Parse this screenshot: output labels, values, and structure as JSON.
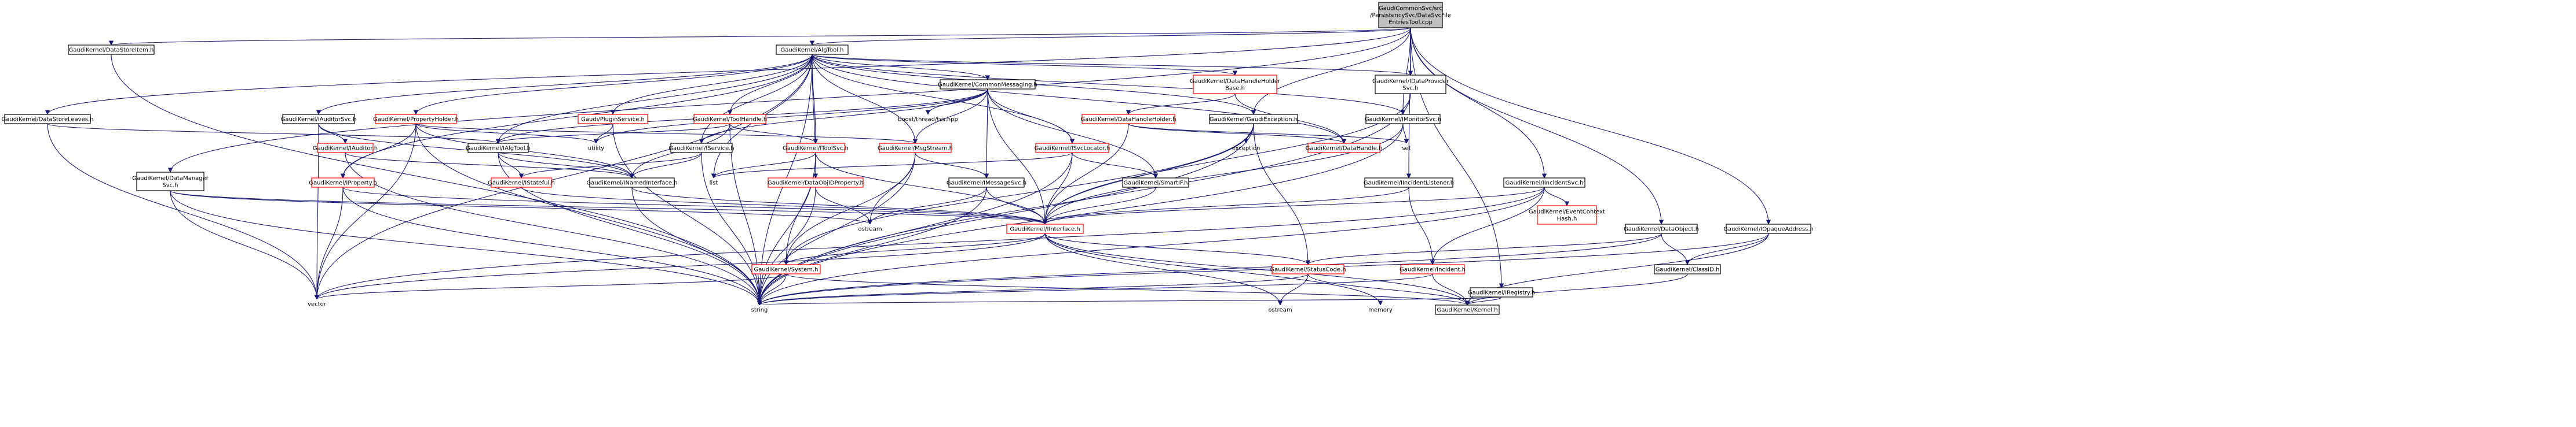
{
  "colors": {
    "edge": "#191970",
    "node_border_default": "#000000",
    "node_border_incomplete": "#ff0000",
    "node_fill_default": "#ffffff",
    "node_fill_root": "#bfbfbf",
    "node_text": "#000000"
  },
  "nodes": [
    {
      "id": "root",
      "lines": [
        "GaudiCommonSvc/src",
        "/PersistencySvc/DataSvcFile",
        "EntriesTool.cpp"
      ],
      "style": "root"
    },
    {
      "id": "datastoreitem",
      "lines": [
        "GaudiKernel/DataStoreItem.h"
      ],
      "style": "normal"
    },
    {
      "id": "algtool",
      "lines": [
        "GaudiKernel/AlgTool.h"
      ],
      "style": "normal"
    },
    {
      "id": "datastoreleaves",
      "lines": [
        "GaudiKernel/DataStoreLeaves.h"
      ],
      "style": "normal"
    },
    {
      "id": "datamanagersvc",
      "lines": [
        "GaudiKernel/DataManager",
        "Svc.h"
      ],
      "style": "normal"
    },
    {
      "id": "auditorsvc",
      "lines": [
        "GaudiKernel/IAuditorSvc.h"
      ],
      "style": "normal"
    },
    {
      "id": "propertyholder",
      "lines": [
        "GaudiKernel/PropertyHolder.h"
      ],
      "style": "red"
    },
    {
      "id": "pluginservice",
      "lines": [
        "Gaudi/PluginService.h"
      ],
      "style": "red"
    },
    {
      "id": "toolhandle",
      "lines": [
        "GaudiKernel/ToolHandle.h"
      ],
      "style": "red"
    },
    {
      "id": "commonmessaging",
      "lines": [
        "GaudiKernel/CommonMessaging.h"
      ],
      "style": "normal"
    },
    {
      "id": "datahandleholderbase",
      "lines": [
        "GaudiKernel/DataHandleHolder",
        "Base.h"
      ],
      "style": "red"
    },
    {
      "id": "dataprovidersvc",
      "lines": [
        "GaudiKernel/IDataProvider",
        "Svc.h"
      ],
      "style": "normal"
    },
    {
      "id": "iauditor",
      "lines": [
        "GaudiKernel/IAuditor.h"
      ],
      "style": "red"
    },
    {
      "id": "ialgtool",
      "lines": [
        "GaudiKernel/IAlgTool.h"
      ],
      "style": "normal"
    },
    {
      "id": "iservice",
      "lines": [
        "GaudiKernel/IService.h"
      ],
      "style": "normal"
    },
    {
      "id": "itoolsvc",
      "lines": [
        "GaudiKernel/IToolSvc.h"
      ],
      "style": "red"
    },
    {
      "id": "boostthread",
      "lines": [
        "boost/thread/tss.hpp"
      ],
      "style": "none"
    },
    {
      "id": "imsgstream",
      "lines": [
        "GaudiKernel/MsgStream.h"
      ],
      "style": "red"
    },
    {
      "id": "datahandleholder",
      "lines": [
        "GaudiKernel/DataHandleHolder.h"
      ],
      "style": "red"
    },
    {
      "id": "gaudiexception",
      "lines": [
        "GaudiKernel/GaudiException.h"
      ],
      "style": "normal"
    },
    {
      "id": "imonitorsvc",
      "lines": [
        "GaudiKernel/IMonitorSvc.h"
      ],
      "style": "normal"
    },
    {
      "id": "utility",
      "lines": [
        "utility"
      ],
      "style": "none"
    },
    {
      "id": "isvclocator",
      "lines": [
        "GaudiKernel/ISvcLocator.h"
      ],
      "style": "red"
    },
    {
      "id": "exception",
      "lines": [
        "exception"
      ],
      "style": "none"
    },
    {
      "id": "datahandle",
      "lines": [
        "GaudiKernel/DataHandle.h"
      ],
      "style": "red"
    },
    {
      "id": "set",
      "lines": [
        "set"
      ],
      "style": "none"
    },
    {
      "id": "iproperty",
      "lines": [
        "GaudiKernel/IProperty.h"
      ],
      "style": "red"
    },
    {
      "id": "istateful",
      "lines": [
        "GaudiKernel/IStateful.h"
      ],
      "style": "red"
    },
    {
      "id": "inamedinterface",
      "lines": [
        "GaudiKernel/INamedInterface.h"
      ],
      "style": "normal"
    },
    {
      "id": "list",
      "lines": [
        "list"
      ],
      "style": "none"
    },
    {
      "id": "idataobjproperty",
      "lines": [
        "GaudiKernel/DataObjIDProperty.h"
      ],
      "style": "red"
    },
    {
      "id": "imessagesvc",
      "lines": [
        "GaudiKernel/IMessageSvc.h"
      ],
      "style": "normal"
    },
    {
      "id": "smartif",
      "lines": [
        "GaudiKernel/SmartIF.h"
      ],
      "style": "normal"
    },
    {
      "id": "iincidentlistener",
      "lines": [
        "GaudiKernel/IIncidentListener.h"
      ],
      "style": "normal"
    },
    {
      "id": "iincidentsvc",
      "lines": [
        "GaudiKernel/IIncidentSvc.h"
      ],
      "style": "normal"
    },
    {
      "id": "iinterface",
      "lines": [
        "GaudiKernel/IInterface.h"
      ],
      "style": "red"
    },
    {
      "id": "ostream",
      "lines": [
        "ostream"
      ],
      "style": "none"
    },
    {
      "id": "eventcontexthash",
      "lines": [
        "GaudiKernel/EventContext",
        "Hash.h"
      ],
      "style": "red"
    },
    {
      "id": "datobject",
      "lines": [
        "GaudiKernel/DataObject.h"
      ],
      "style": "normal"
    },
    {
      "id": "iopaqueaddress",
      "lines": [
        "GaudiKernel/IOpaqueAddress.h"
      ],
      "style": "normal"
    },
    {
      "id": "system",
      "lines": [
        "GaudiKernel/System.h"
      ],
      "style": "red"
    },
    {
      "id": "statuscode",
      "lines": [
        "GaudiKernel/StatusCode.h"
      ],
      "style": "red"
    },
    {
      "id": "incident",
      "lines": [
        "GaudiKernel/Incident.h"
      ],
      "style": "red"
    },
    {
      "id": "registry",
      "lines": [
        "GaudiKernel/IRegistry.h"
      ],
      "style": "normal"
    },
    {
      "id": "classid",
      "lines": [
        "GaudiKernel/ClassID.h"
      ],
      "style": "normal"
    },
    {
      "id": "vector",
      "lines": [
        "vector"
      ],
      "style": "none"
    },
    {
      "id": "string",
      "lines": [
        "string"
      ],
      "style": "none"
    },
    {
      "id": "ostream2",
      "lines": [
        "ostream"
      ],
      "style": "none"
    },
    {
      "id": "memory",
      "lines": [
        "memory"
      ],
      "style": "none"
    },
    {
      "id": "kernel",
      "lines": [
        "GaudiKernel/Kernel.h"
      ],
      "style": "normal"
    }
  ]
}
